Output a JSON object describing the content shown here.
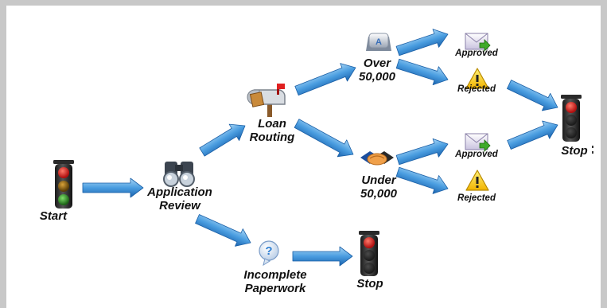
{
  "diagram": {
    "nodes": {
      "start": {
        "label": "Start"
      },
      "application_review": {
        "lines": [
          "Application",
          "Review"
        ]
      },
      "loan_routing": {
        "lines": [
          "Loan",
          "Routing"
        ]
      },
      "over": {
        "lines": [
          "Over",
          "50,000"
        ]
      },
      "under": {
        "lines": [
          "Under",
          "50,000"
        ]
      },
      "approved_over": {
        "label": "Approved"
      },
      "rejected_over": {
        "label": "Rejected"
      },
      "approved_under": {
        "label": "Approved"
      },
      "rejected_under": {
        "label": "Rejected"
      },
      "stop_right": {
        "label": "Stop"
      },
      "incomplete": {
        "lines": [
          "Incomplete",
          "Paperwork"
        ]
      },
      "stop_bottom": {
        "label": "Stop"
      }
    },
    "icons": {
      "traffic_light": "traffic-light-icon",
      "binoculars": "binoculars-icon",
      "mailbox": "mailbox-icon",
      "keyboard_key": "keyboard-key-icon",
      "handshake": "handshake-icon",
      "approved_envelope": "envelope-arrow-icon",
      "warning": "warning-icon",
      "question": "question-bubble-icon"
    },
    "colors": {
      "arrow_light": "#9fd0f3",
      "arrow_dark": "#1b6db8",
      "light_red": "#c01515",
      "light_amber": "#6a4a06",
      "light_green": "#1f6a18",
      "warning_yellow": "#ffd21a",
      "question_blue": "#2f7fd2"
    }
  }
}
